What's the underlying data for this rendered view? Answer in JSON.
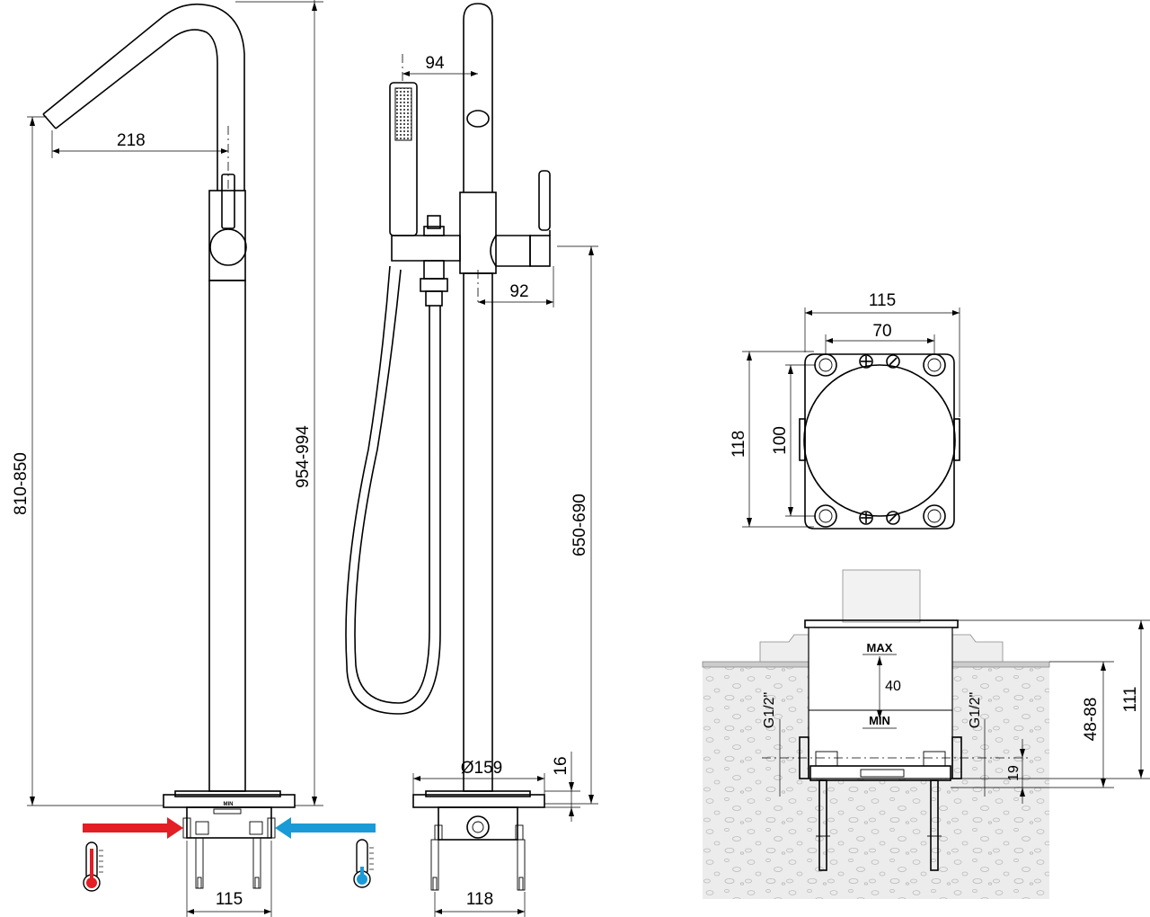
{
  "side_view": {
    "spout_reach": "218",
    "total_height": "954-994",
    "outlet_height": "810-850",
    "box_width": "115"
  },
  "front_view": {
    "handshower_offset": "94",
    "lever_offset": "92",
    "base_diameter": "Ø159",
    "base_height": "16",
    "mixer_height": "650-690",
    "box_width": "118",
    "base_label": "MIN"
  },
  "top_view": {
    "outer_width": "115",
    "inner_width": "70",
    "outer_height": "118",
    "inner_height": "100"
  },
  "section_view": {
    "max_label": "MAX",
    "min_label": "MIN",
    "adjust_range": "40",
    "thread_left": "G1/2\"",
    "thread_right": "G1/2\"",
    "depth_range": "48-88",
    "total_depth": "111",
    "inlet_height": "19"
  },
  "icons": {
    "hot": "thermometer-hot-icon",
    "cold": "thermometer-cold-icon"
  },
  "colors": {
    "hot": "#e31e24",
    "cold": "#1a9ad6",
    "ground": "#ececec"
  }
}
